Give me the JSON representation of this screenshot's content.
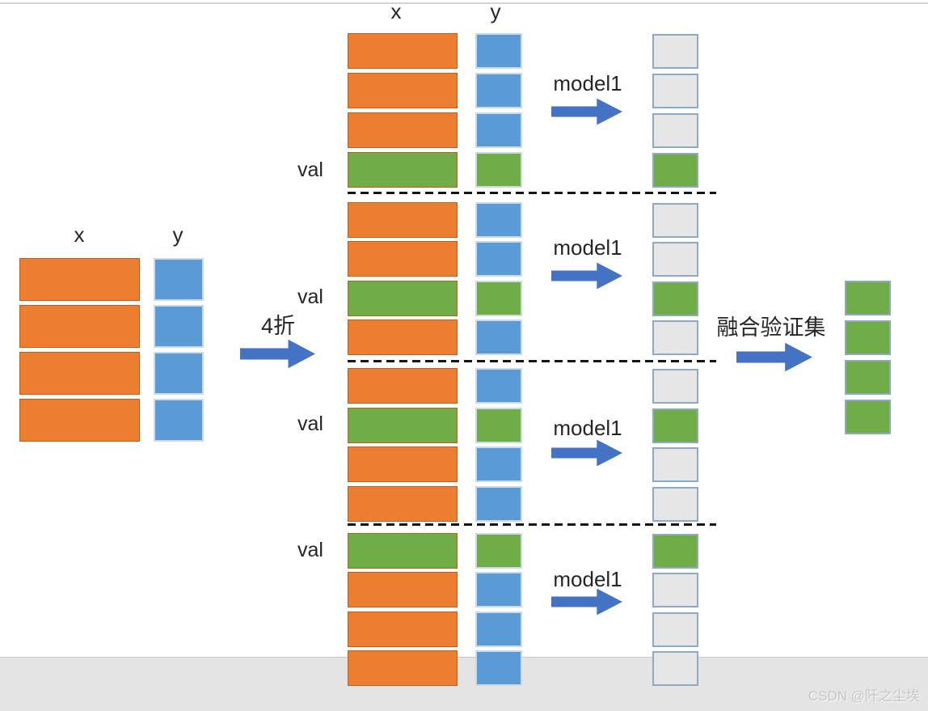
{
  "colors": {
    "orange": "#ED7D31",
    "orange_border": "#C05F1D",
    "blue": "#5B9BD5",
    "blue_border": "#CBD9E8",
    "green": "#70AD47",
    "gray_cell": "#E7E6E6",
    "cell_border": "#8EA9C4",
    "arrow": "#4472C4",
    "text": "#262626",
    "footer_band": "#E5E4E4",
    "footer_line": "#C9C9C9",
    "top_rule": "#D4D4D4",
    "watermark": "#C6C6C6"
  },
  "left_table": {
    "x_label": "x",
    "y_label": "y",
    "rows": [
      "train",
      "train",
      "train",
      "train"
    ]
  },
  "split_arrow": {
    "label": "4折"
  },
  "mid_header": {
    "x_label": "x",
    "y_label": "y"
  },
  "folds": [
    {
      "name": "fold-1",
      "val_label": "val",
      "model_label": "model1",
      "rows": [
        "train",
        "train",
        "train",
        "val"
      ],
      "outputs": [
        "empty",
        "empty",
        "empty",
        "pred"
      ]
    },
    {
      "name": "fold-2",
      "val_label": "val",
      "model_label": "model1",
      "rows": [
        "train",
        "train",
        "val",
        "train"
      ],
      "outputs": [
        "empty",
        "empty",
        "pred",
        "empty"
      ]
    },
    {
      "name": "fold-3",
      "val_label": "val",
      "model_label": "model1",
      "rows": [
        "train",
        "val",
        "train",
        "train"
      ],
      "outputs": [
        "empty",
        "pred",
        "empty",
        "empty"
      ]
    },
    {
      "name": "fold-4",
      "val_label": "val",
      "model_label": "model1",
      "rows": [
        "val",
        "train",
        "train",
        "train"
      ],
      "outputs": [
        "pred",
        "empty",
        "empty",
        "empty"
      ]
    }
  ],
  "merge_arrow": {
    "label": "融合验证集"
  },
  "merged_column": {
    "cells": [
      "pred",
      "pred",
      "pred",
      "pred"
    ]
  },
  "watermark": {
    "text": "CSDN @阡之尘埃"
  }
}
